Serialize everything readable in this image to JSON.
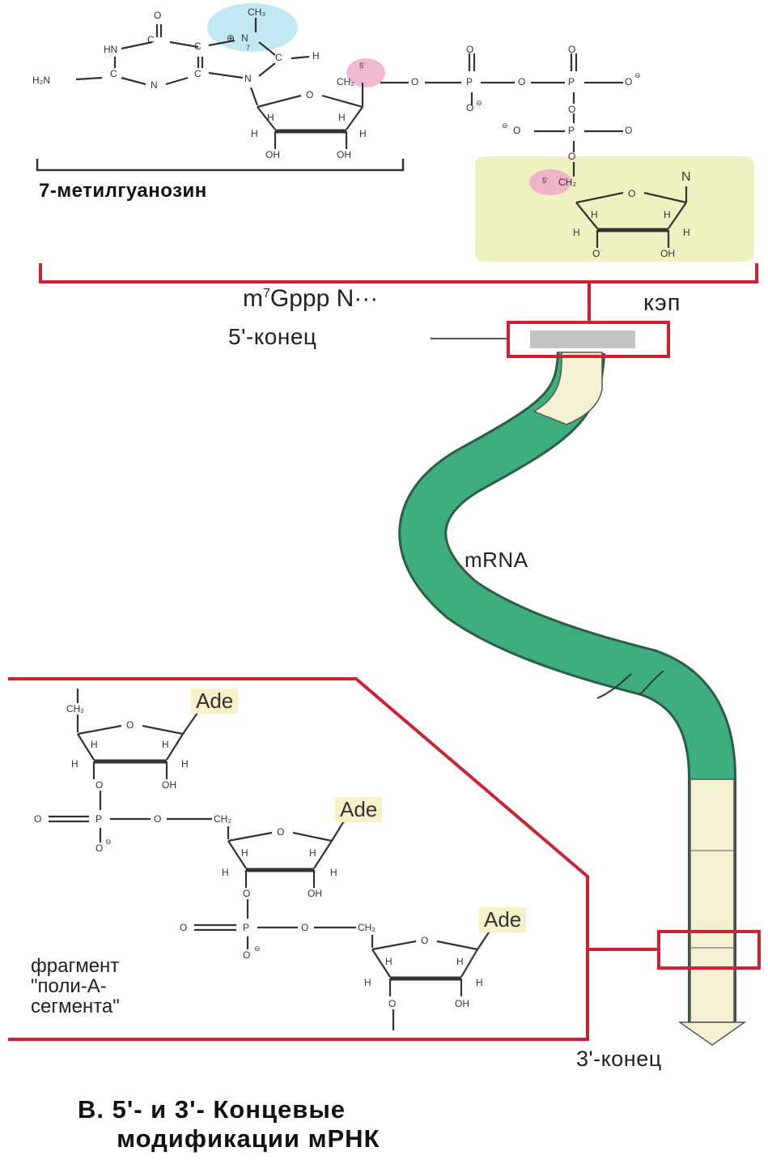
{
  "top": {
    "nucleoside_label": "7-метилгуанозин",
    "cap_formula_main": "m",
    "cap_formula_sup": "7",
    "cap_formula_tail": "Gppp N···",
    "cap_label": "кэп"
  },
  "mrna": {
    "five_end_label": "5'-конец",
    "body_label": "mRNA",
    "three_end_label": "3'-конец"
  },
  "poly_a": {
    "fragment_label": "фрагмент\n\"поли-А-\nсегмента\"",
    "base_label": "Ade"
  },
  "caption": {
    "text": "В. 5'- и 3'- Концевые\n     модификации мРНК"
  },
  "chem_text": {
    "ch3": "CH₃",
    "ch2": "CH₂",
    "h": "H",
    "oh": "OH",
    "o": "O",
    "p": "P",
    "n": "N",
    "h2n": "H₂N",
    "hn": "HN",
    "c": "C",
    "five_prime": "5'",
    "minus": "⊖",
    "plus": "⊕",
    "seven": "7"
  },
  "colors": {
    "red": "#cc2233",
    "green": "#3fae7e",
    "cream": "#f4f0d2",
    "pink": "#f0a8c8",
    "blue": "#aee0f0",
    "yellow_green": "#eef2c0",
    "grey": "#c4c4c4"
  }
}
